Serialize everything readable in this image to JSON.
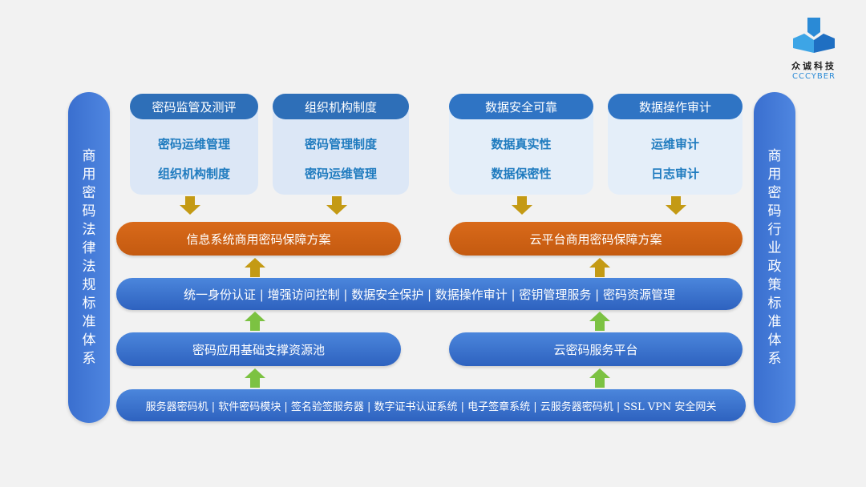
{
  "logo": {
    "name_cn": "众诚科技",
    "name_en": "CCCYBER"
  },
  "left_pillar": "商用密码法律法规标准体系",
  "right_pillar": "商用密码行业政策标准体系",
  "cards": [
    {
      "title": "密码监管及测评",
      "items": [
        "密码运维管理",
        "组织机构制度"
      ]
    },
    {
      "title": "组织机构制度",
      "items": [
        "密码管理制度",
        "密码运维管理"
      ]
    },
    {
      "title": "数据安全可靠",
      "items": [
        "数据真实性",
        "数据保密性"
      ]
    },
    {
      "title": "数据操作审计",
      "items": [
        "运维审计",
        "日志审计"
      ]
    }
  ],
  "solutions": [
    "信息系统商用密码保障方案",
    "云平台商用密码保障方案"
  ],
  "services": "统一身份认证 | 增强访问控制 | 数据安全保护 | 数据操作审计 | 密钥管理服务 | 密码资源管理",
  "platforms": [
    "密码应用基础支撑资源池",
    "云密码服务平台"
  ],
  "devices": "服务器密码机 | 软件密码模块 | 签名验签服务器 | 数字证书认证系统 | 电子签章系统 | 云服务器密码机 | SSL VPN 安全网关",
  "colors": {
    "orange": "#c95e12",
    "blue": "#3a6fcf",
    "gold": "#c49a14",
    "green": "#7cc242"
  }
}
